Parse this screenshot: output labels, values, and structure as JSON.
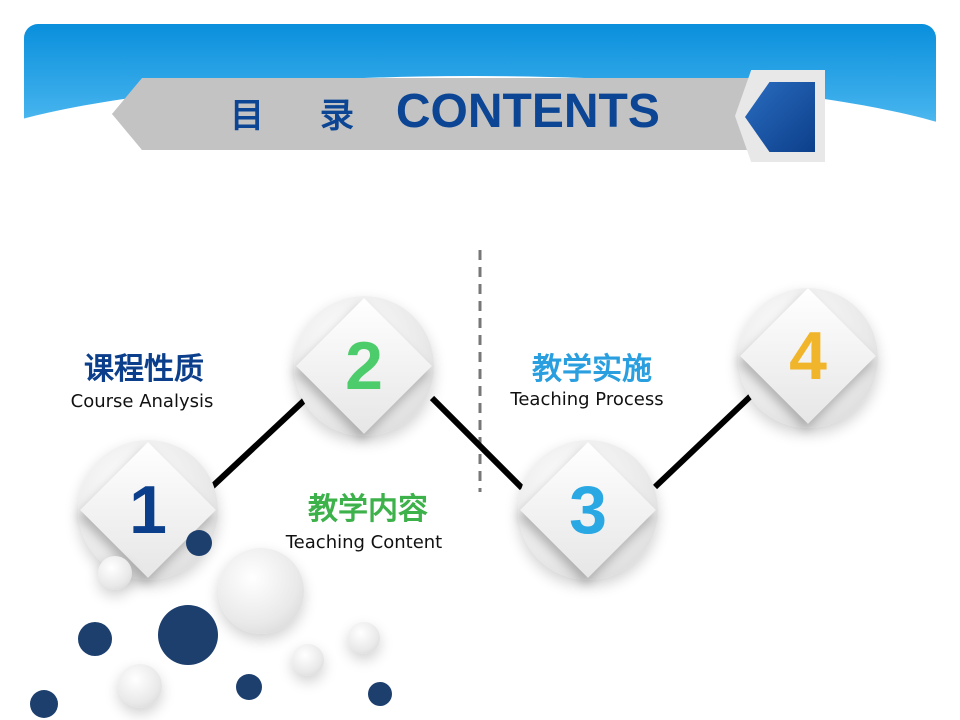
{
  "header": {
    "title_cn": "目 录",
    "title_en": "CONTENTS"
  },
  "items": [
    {
      "number": "1",
      "title_cn": "课程性质",
      "title_en": "Course Analysis",
      "color": "#0b3f8c",
      "num_color": "#0b3f8c"
    },
    {
      "number": "2",
      "title_cn": "教学内容",
      "title_en": "Teaching Content",
      "color": "#3db14a",
      "num_color": "#4dcc6b"
    },
    {
      "number": "3",
      "title_cn": "教学实施",
      "title_en": "Teaching Process",
      "color": "#2a9fe0",
      "num_color": "#2aa8e4"
    },
    {
      "number": "4",
      "title_cn": "",
      "title_en": "",
      "num_color": "#f0b52a"
    }
  ]
}
